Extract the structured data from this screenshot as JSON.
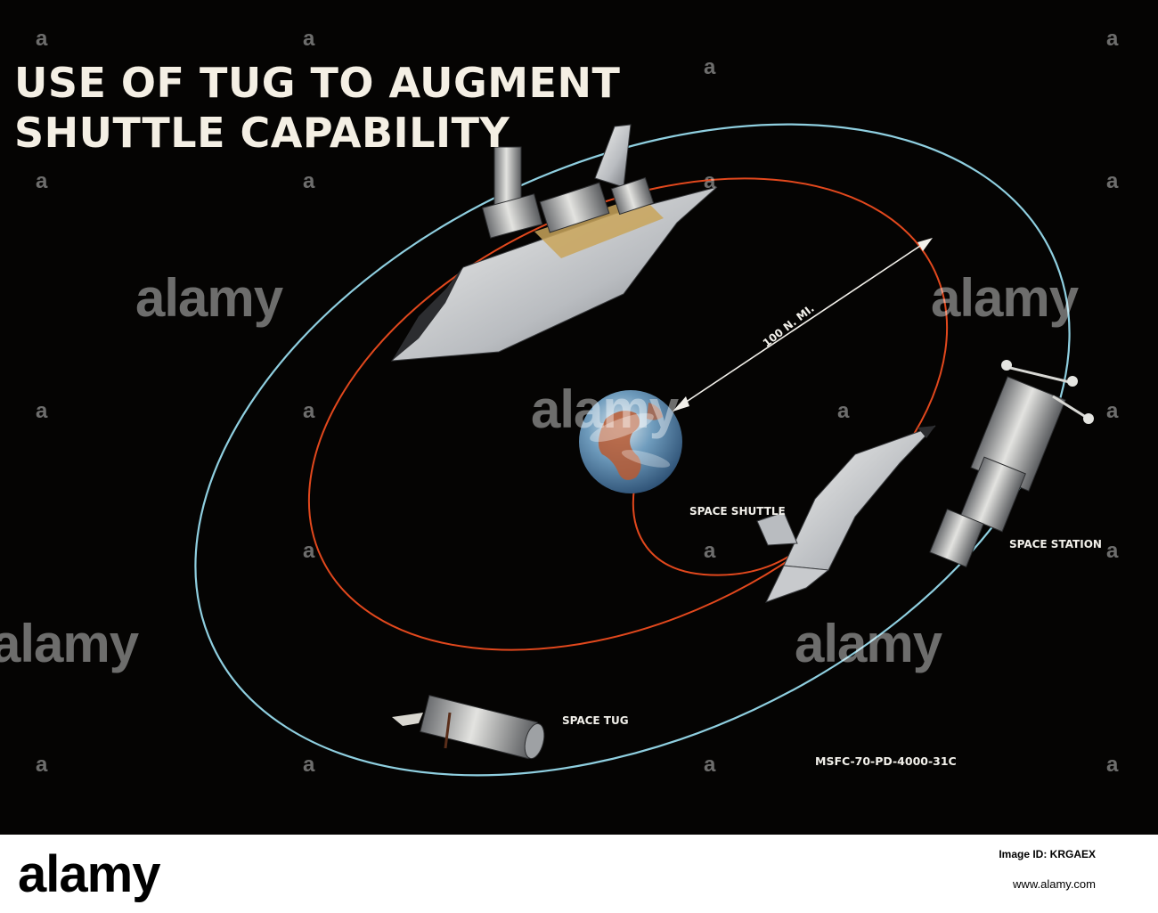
{
  "title": {
    "line1": "USE OF TUG TO AUGMENT",
    "line2": "SHUTTLE CAPABILITY"
  },
  "labels": {
    "distance": "100 N. MI.",
    "space_shuttle": "SPACE SHUTTLE",
    "space_station": "SPACE STATION",
    "space_tug": "SPACE TUG",
    "document_code": "MSFC-70-PD-4000-31C"
  },
  "colors": {
    "background": "#050403",
    "outer_orbit": "#8fcfe0",
    "inner_orbit": "#e2481d",
    "text": "#f2f0ea"
  },
  "watermark": {
    "text": "alamy",
    "dot": "a"
  },
  "footer": {
    "logo": "alamy",
    "image_id_label": "Image ID: KRGAEX",
    "url": "www.alamy.com"
  }
}
